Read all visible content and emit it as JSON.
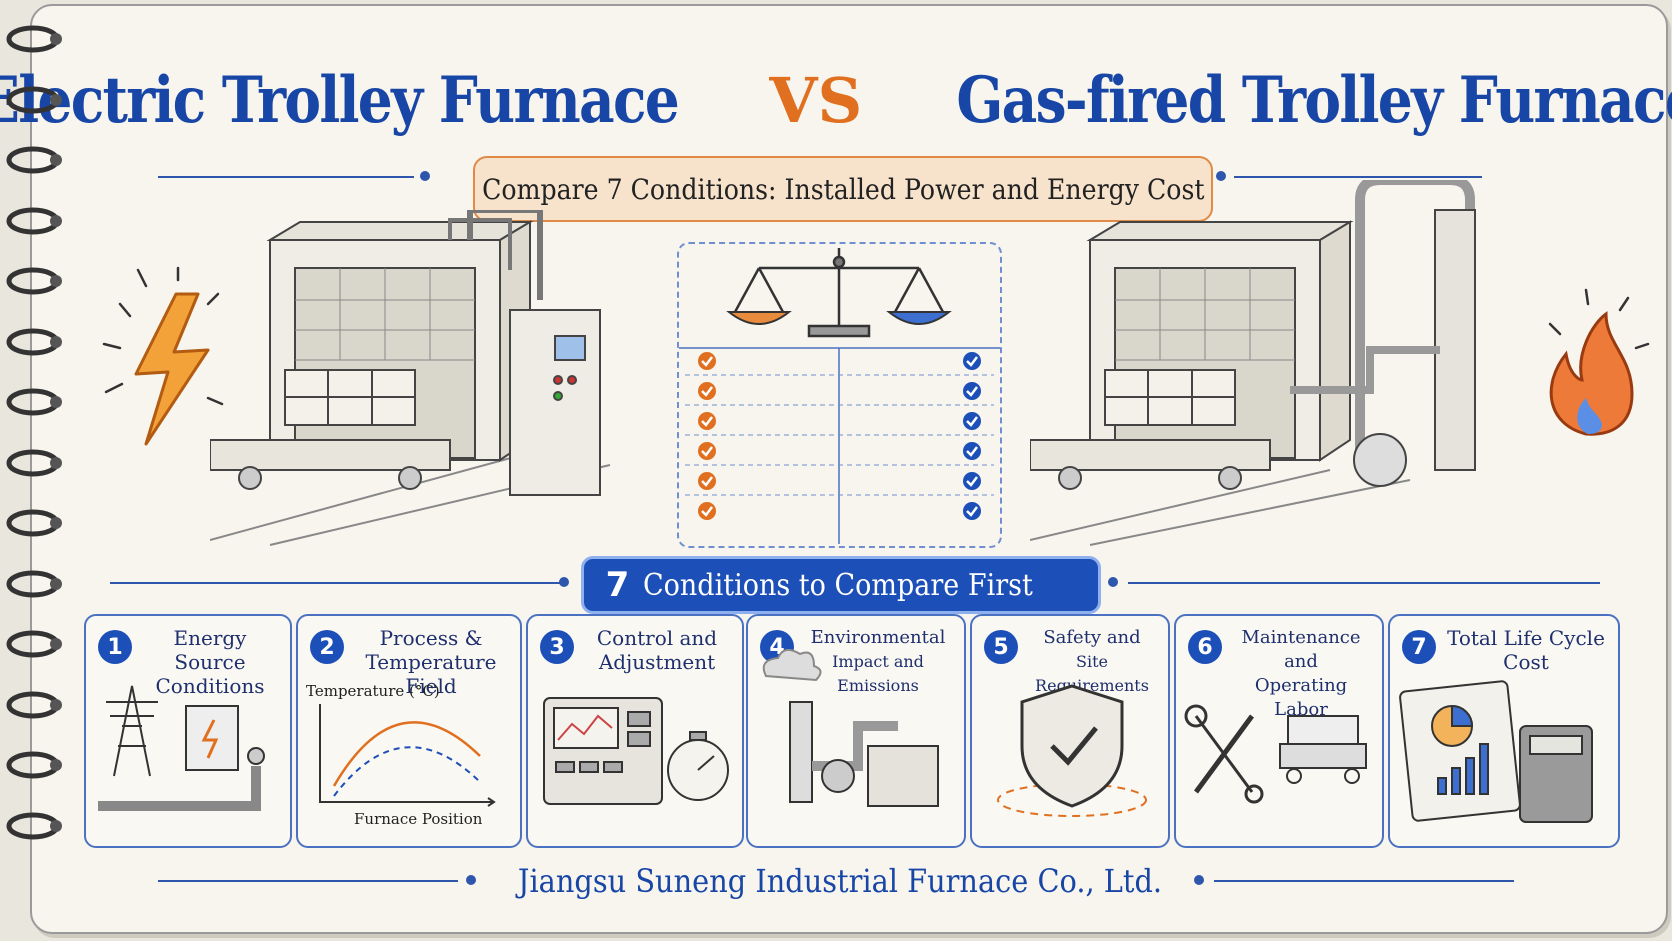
{
  "header": {
    "left_title": "Electric Trolley Furnace",
    "vs": "VS",
    "right_title": "Gas-fired Trolley Furnace",
    "subtitle": "Compare 7 Conditions: Installed Power and Energy Cost"
  },
  "section": {
    "number": "7",
    "label": "Conditions to Compare First"
  },
  "cards": [
    {
      "number": "1",
      "title_line1": "Energy Source",
      "title_line2": "Conditions"
    },
    {
      "number": "2",
      "title_line1": "Process &",
      "title_line2": "Temperature Field",
      "chart_ylabel": "Temperature (°C)",
      "chart_xlabel": "Furnace Position"
    },
    {
      "number": "3",
      "title_line1": "Control and",
      "title_line2": "Adjustment"
    },
    {
      "number": "4",
      "title_line1": "Environmental",
      "title_line2": "Impact and Emissions"
    },
    {
      "number": "5",
      "title_line1": "Safety and",
      "title_line2": "Site Requirements"
    },
    {
      "number": "6",
      "title_line1": "Maintenance and",
      "title_line2": "Operating Labor"
    },
    {
      "number": "7",
      "title_line1": "Total Life Cycle",
      "title_line2": "Cost"
    }
  ],
  "footer": {
    "company": "Jiangsu Suneng Industrial Furnace Co., Ltd."
  },
  "colors": {
    "primary_blue": "#1d4fb8",
    "title_blue": "#1846a6",
    "accent_orange": "#e0701f",
    "paper": "#f7f5ee"
  },
  "icons": {
    "lightning": "lightning-icon",
    "flame": "flame-icon",
    "scales": "balance-scale-icon",
    "check_orange": "orange-check-icon",
    "check_blue": "blue-check-icon"
  }
}
